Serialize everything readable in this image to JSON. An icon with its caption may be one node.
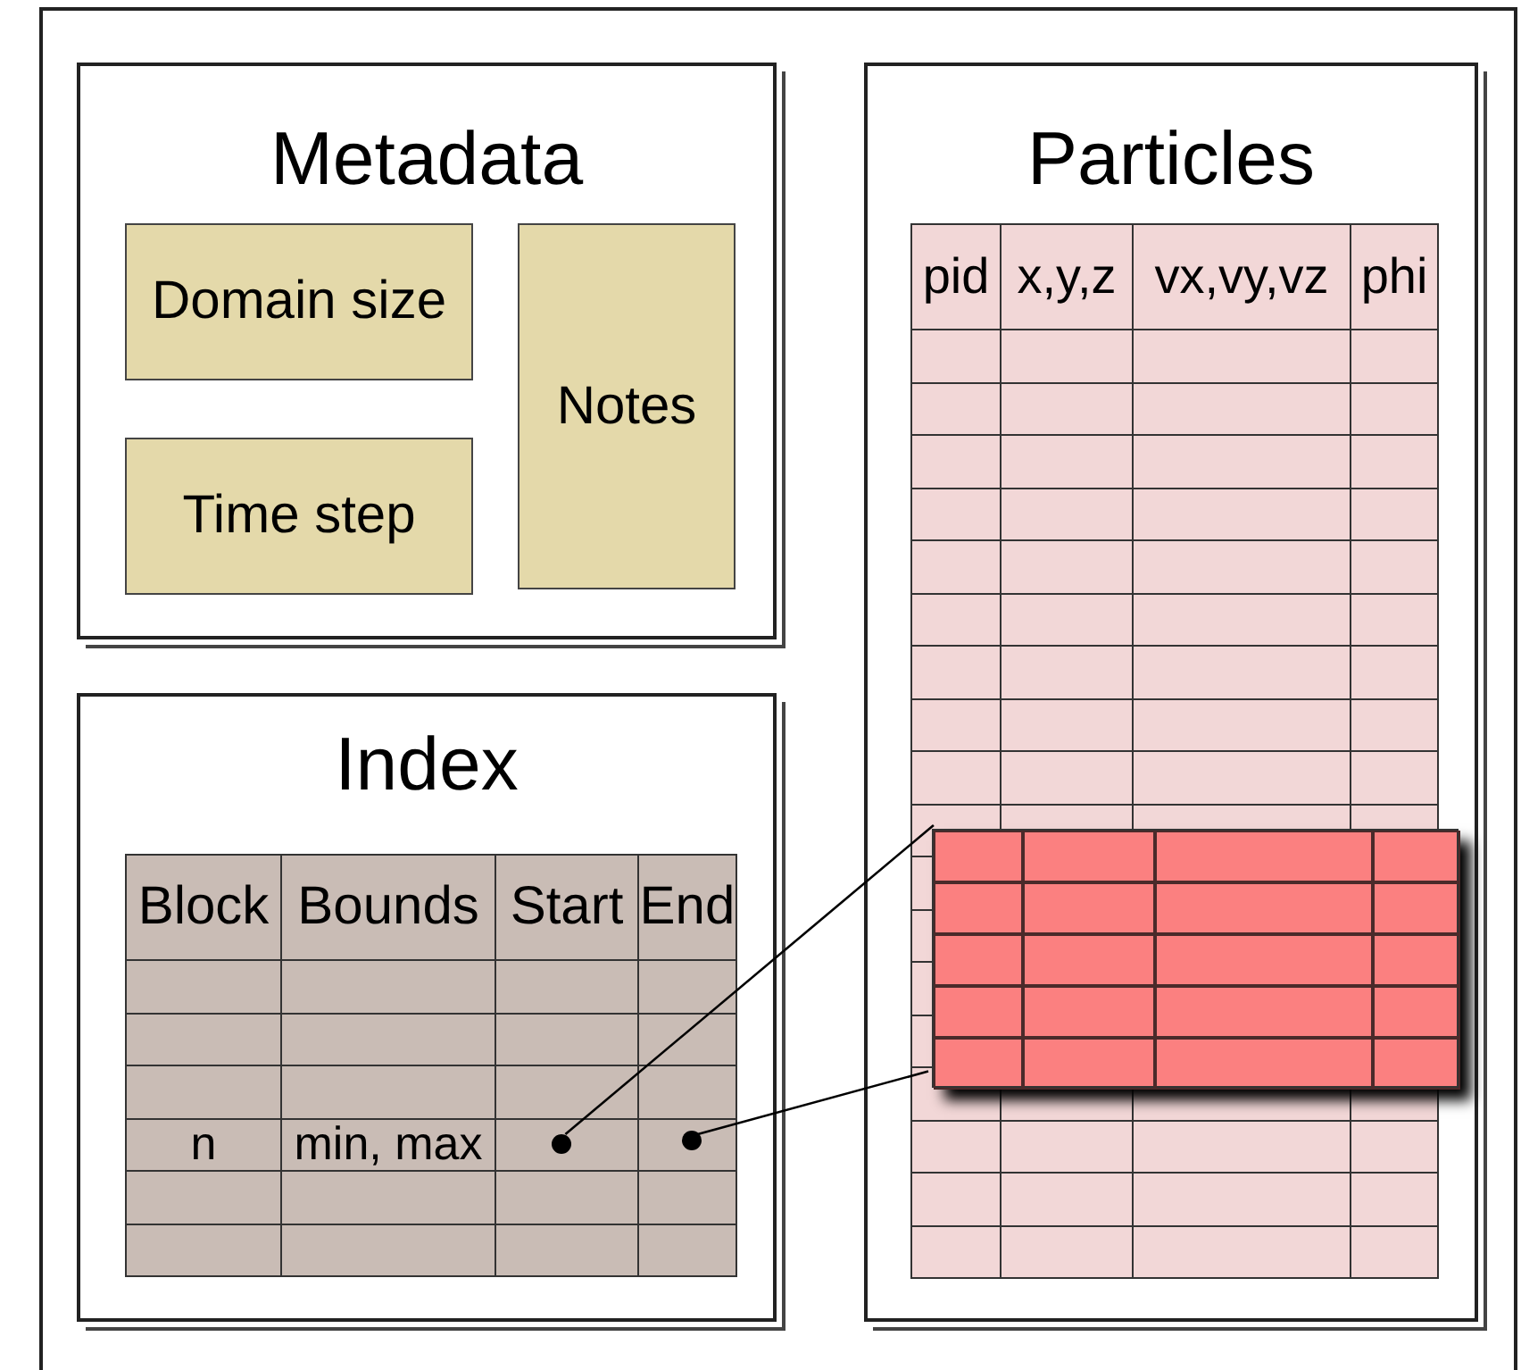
{
  "diagram": {
    "nodes": [
      {
        "text": [
          "Metadata"
        ]
      },
      {
        "text": [
          "Domain size"
        ],
        "in": 0
      },
      {
        "text": [
          "Time step"
        ],
        "in": 0
      },
      {
        "text": [
          "Notes"
        ],
        "in": 0
      },
      {
        "text": [
          "Particles"
        ]
      },
      {
        "text": [],
        "shape": "box",
        "in": 4
      },
      {
        "text": [
          "Index"
        ]
      },
      {
        "text": [],
        "shape": "circle",
        "in": 6
      },
      {
        "text": [],
        "shape": "circle",
        "in": 6
      }
    ],
    "edges": [
      {
        "from": 7,
        "to": 5,
        "arrow": "none"
      },
      {
        "from": 8,
        "to": 5,
        "arrow": "none"
      }
    ],
    "labels": [
      "pid",
      "x,y,z",
      "vx,vy,vz",
      "phi",
      "Block",
      "Bounds",
      "Start",
      "End",
      "n",
      "min, max"
    ]
  }
}
